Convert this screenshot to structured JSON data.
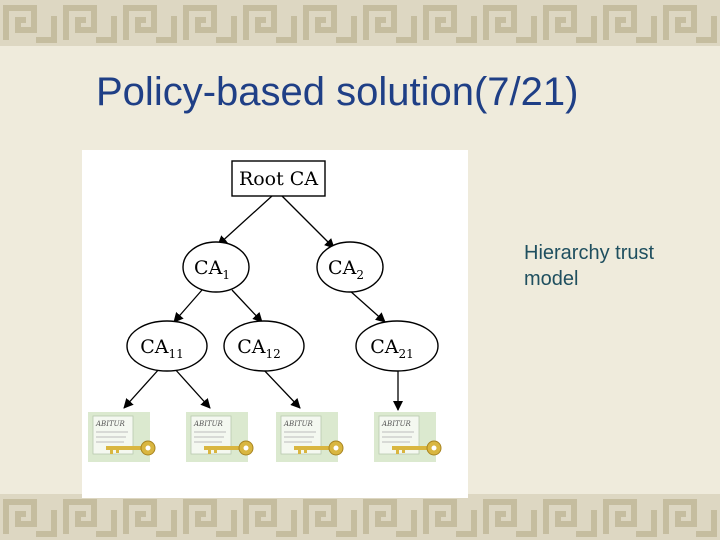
{
  "slide": {
    "title": "Policy-based solution(7/21)",
    "caption_lines": [
      "Hierarchy trust",
      "model"
    ]
  },
  "colors": {
    "background": "#efebdc",
    "band_dark": "#c9c2a6",
    "band_light": "#ddd7c2",
    "title": "#1f3f86",
    "caption": "#1f4f5f",
    "cert_paper": "#dbe9cf",
    "key_gold": "#d9b640"
  },
  "diagram": {
    "root": {
      "label": "Root CA"
    },
    "level1": [
      {
        "base": "CA",
        "sub": "1"
      },
      {
        "base": "CA",
        "sub": "2"
      }
    ],
    "level2": [
      {
        "base": "CA",
        "sub": "11"
      },
      {
        "base": "CA",
        "sub": "12"
      },
      {
        "base": "CA",
        "sub": "21"
      }
    ],
    "certificates": [
      {
        "label": "ABITUR",
        "icon": "key-icon"
      },
      {
        "label": "ABITUR",
        "icon": "key-icon"
      },
      {
        "label": "ABITUR",
        "icon": "key-icon"
      },
      {
        "label": "ABITUR",
        "icon": "key-icon"
      }
    ]
  }
}
